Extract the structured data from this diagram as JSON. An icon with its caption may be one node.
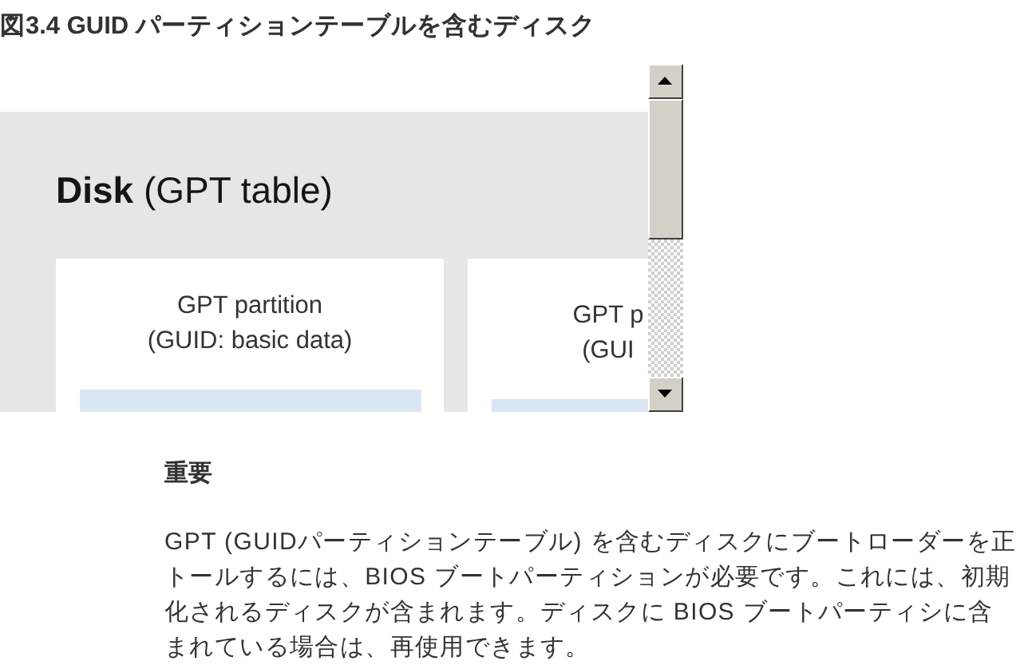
{
  "diagram": {
    "title": "図3.4 GUID パーティションテーブルを含むディスク",
    "nodes": [
      {
        "text": [
          "**Disk** (GPT table)"
        ]
      },
      {
        "text": [
          "GPT partition (GUID: basic data)"
        ],
        "in": 0
      },
      {
        "text": [],
        "shape": "box",
        "in": 1
      },
      {
        "text": [
          "GPT p (GUI"
        ],
        "in": 0
      },
      {
        "text": [],
        "shape": "box",
        "in": 3
      }
    ],
    "labels": [
      "重要",
      "GPT (GUIDパーティションテーブル) を含むディスクにブートローダーを正トールするには、BIOS ブートパーティションが必要です。これには、初期化されるディスクが含まれます。ディスクに BIOS ブートパーティシに含まれている場合は、再使用できます。"
    ]
  }
}
